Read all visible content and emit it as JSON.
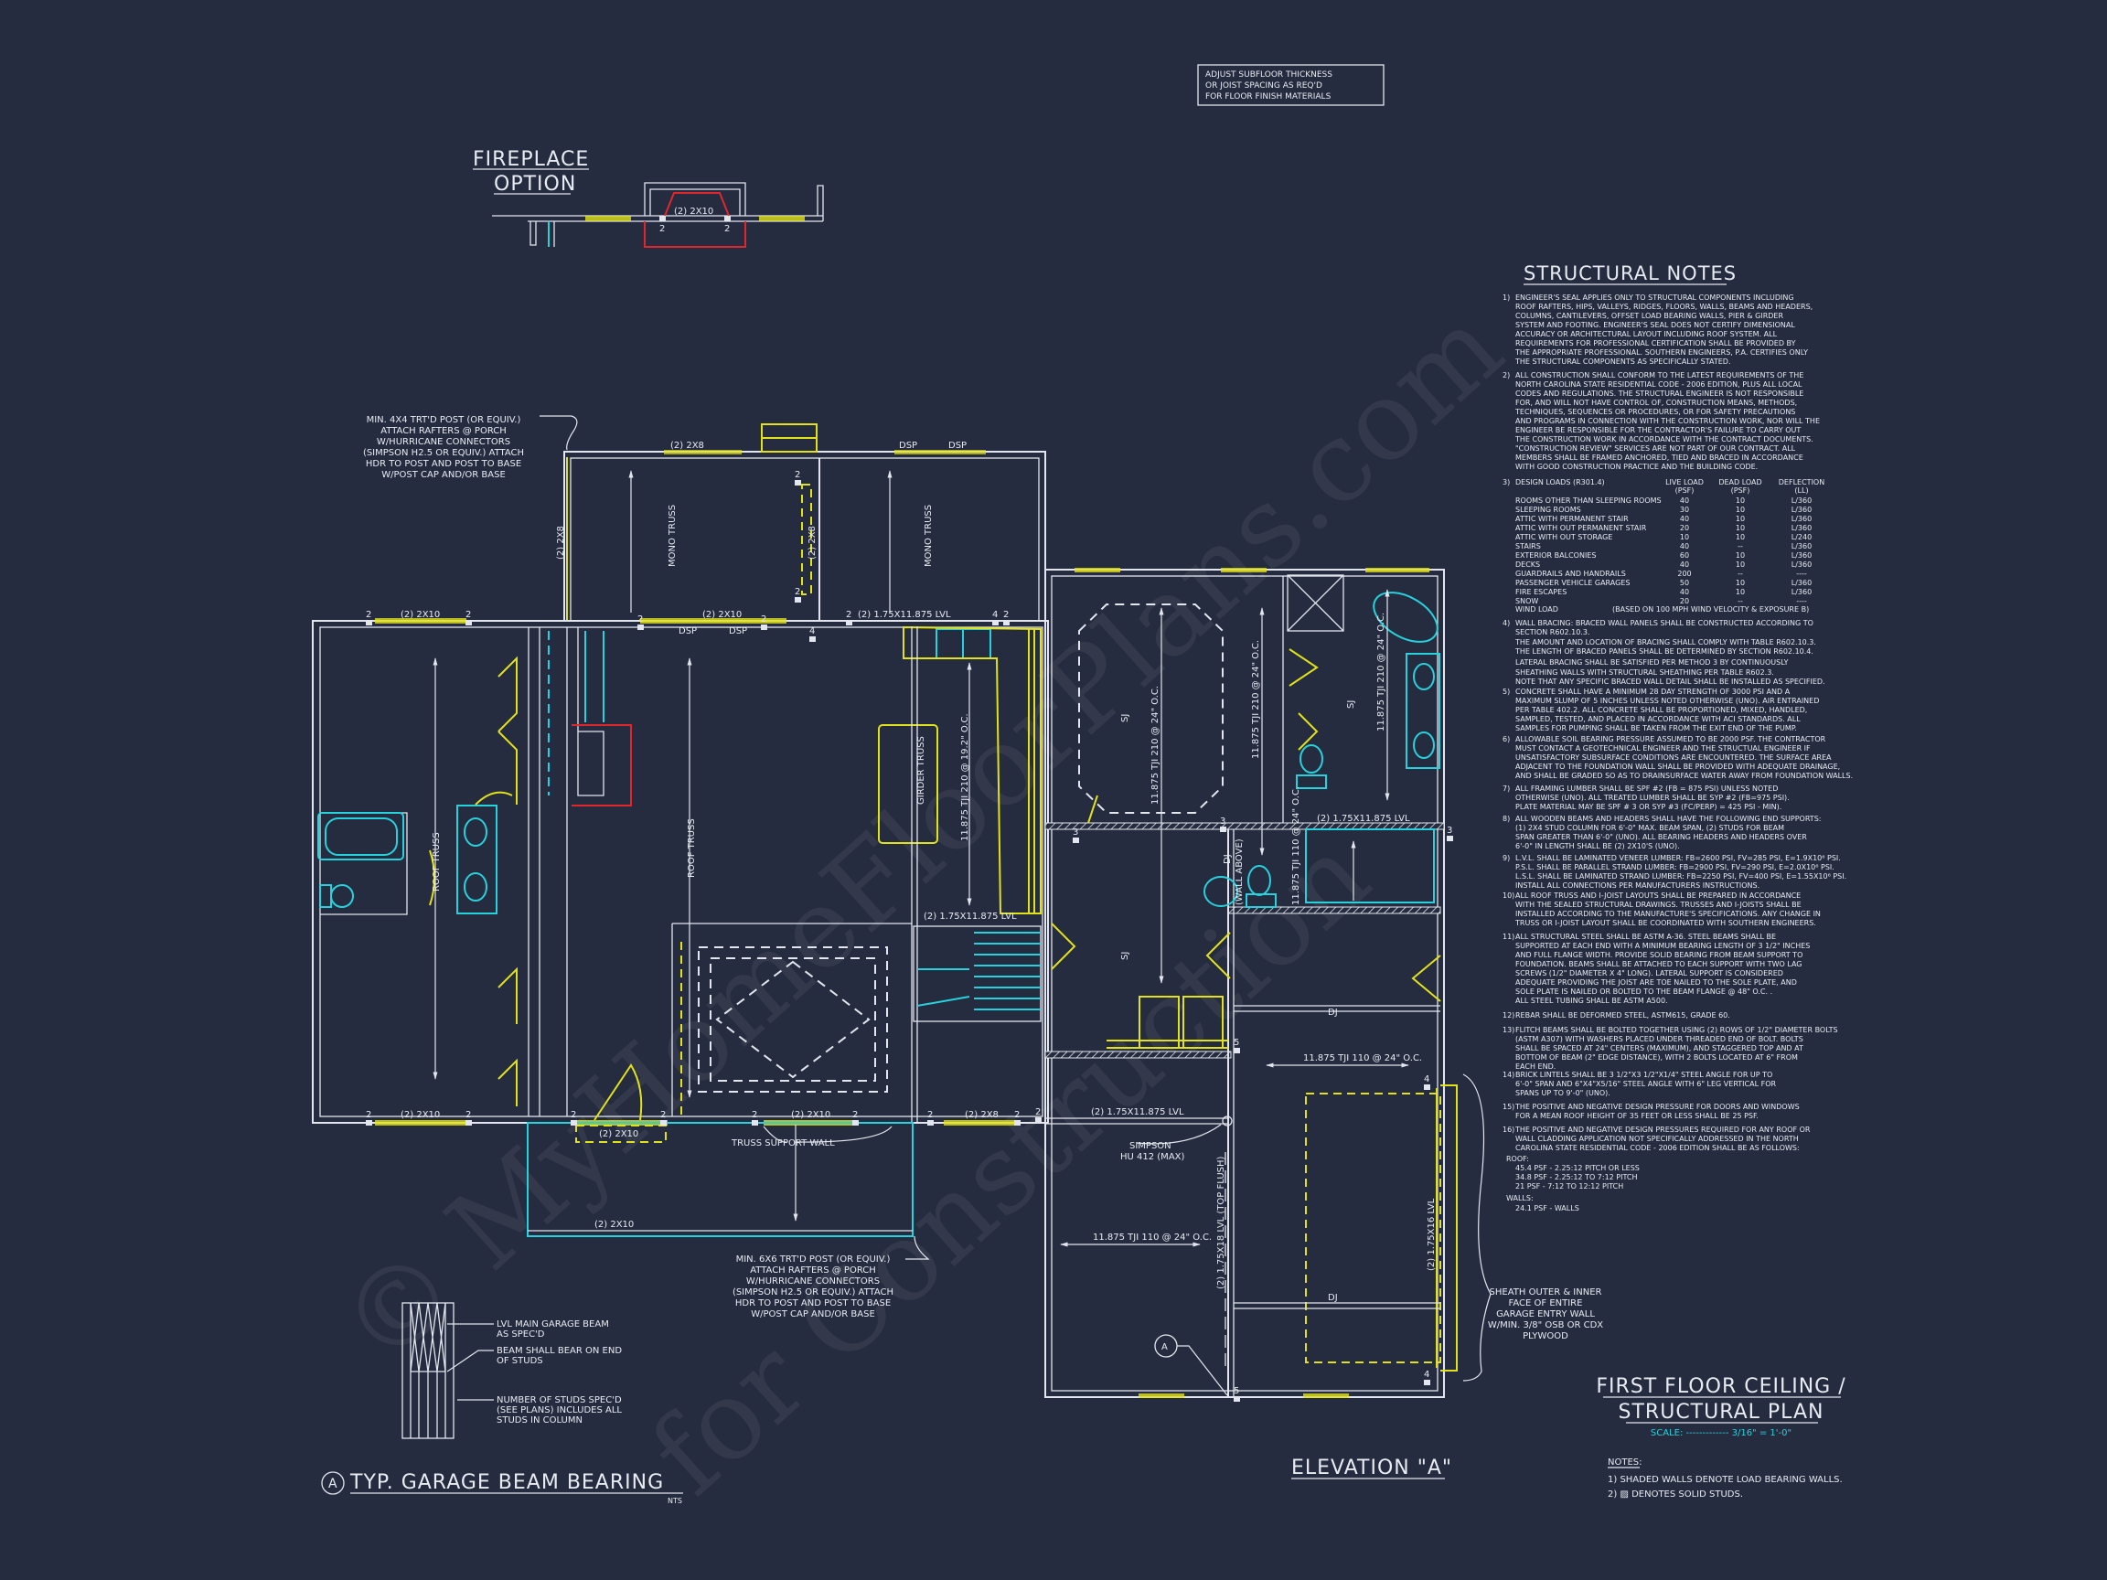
{
  "colors": {
    "background": "#262c3f",
    "walls": "#e3e6ee",
    "headers": "#e2e21a",
    "fixtures": "#28d2dd",
    "fireplace": "#e2262e"
  },
  "watermark": [
    "© MyHomeFloorPlans.com",
    "for Construction"
  ],
  "top_note": [
    "ADJUST SUBFLOOR THICKNESS",
    "OR JOIST SPACING AS REQ'D",
    "FOR FLOOR FINISH MATERIALS"
  ],
  "fireplace_option": {
    "title_line1": "FIREPLACE",
    "title_line2": "OPTION",
    "header": "(2) 2x10",
    "stud_left": "2",
    "stud_right": "2"
  },
  "porch_note_rear": [
    "MIN. 4x4 TRT'D POST (OR EQUIV.)",
    "ATTACH RAFTERS @ PORCH",
    "w/HURRICANE CONNECTORS",
    "(SIMPSON H2.5 OR EQUIV.) ATTACH",
    "HDR TO POST AND POST TO BASE",
    "w/POST CAP AND/OR BASE"
  ],
  "porch_note_front": [
    "MIN. 6x6 TRT'D POST (OR EQUIV.)",
    "ATTACH RAFTERS @ PORCH",
    "w/HURRICANE CONNECTORS",
    "(SIMPSON H2.5 OR EQUIV.) ATTACH",
    "HDR TO POST AND POST TO BASE",
    "w/POST CAP AND/OR BASE"
  ],
  "sheath_note": [
    "SHEATH OUTER & INNER",
    "FACE OF ENTIRE",
    "GARAGE ENTRY WALL",
    "w/MIN. 3/8\" OSB OR CDX",
    "PLYWOOD"
  ],
  "plan": {
    "rear_header_2x8": "(2) 2x8",
    "dsp_1": "DSP",
    "dsp_2": "DSP",
    "mono_truss_1": "MONO TRUSS",
    "mono_truss_2": "MONO TRUSS",
    "rear_left_2x8": "(2) 2x8",
    "rear_mid_2x8": "(2) 2x8",
    "hdr_2x10_a": "(2) 2x10",
    "hdr_2x10_b": "(2) 2x10",
    "dsp_3": "DSP",
    "dsp_4": "DSP",
    "lvl_top": "(2) 1.75x11.875 LVL",
    "roof_truss_1": "ROOF TRUSS",
    "roof_truss_2": "ROOF TRUSS",
    "girder_truss": "GIRDER TRUSS",
    "tji_kitchen": "11.875 TJI 210 @ 19.2\" O.C.",
    "sj_1": "SJ",
    "tji_bed_1": "11.875 TJI 210 @ 24\" O.C.",
    "tji_bed_2": "11.875 TJI 210 @ 24\" O.C.",
    "sj_2": "SJ",
    "tji_bath": "11.875 TJI 210 @ 24\" O.C.",
    "lvl_bath": "(2) 1.75x11.875 LVL",
    "tji_closet": "11.875 TJI 110 @ 24\" O.C.",
    "wall_above": "(WALL ABOVE)",
    "dj_1": "DJ",
    "sj_3": "SJ",
    "lvl_stair": "(2) 1.75x11.875 LVL",
    "dj_2": "DJ",
    "tji_garage_1": "11.875 TJI 110 @ 24\" O.C.",
    "lvl_garage": "(2) 1.75x11.875 LVL",
    "simpson": [
      "SIMPSON",
      "HU 412 (MAX)"
    ],
    "lvl_flush": "(2) 1.75x18 LVL (TOP FLUSH)",
    "tji_garage_2": "11.875 TJI 110 @ 24\" O.C.",
    "dj_3": "DJ",
    "lvl_garage_door": "(2) 1.75x16 LVL",
    "section_tag": "A",
    "hdr_front_1": "(2) 2x10",
    "hdr_front_2": "(2) 2x10",
    "hdr_front_3": "(2) 2x10",
    "hdr_front_4": "(2) 2x8",
    "truss_support_wall": "TRUSS SUPPORT WALL",
    "porch_header": "(2) 2x10",
    "stud_counts": [
      "2",
      "2",
      "2",
      "2",
      "2",
      "2",
      "4",
      "4",
      "2",
      "2",
      "3",
      "3",
      "3",
      "5",
      "5",
      "4",
      "4",
      "2",
      "2",
      "2",
      "2",
      "2",
      "2",
      "2",
      "2",
      "2"
    ]
  },
  "beam_detail": {
    "label_1": [
      "LVL MAIN GARAGE BEAM",
      "AS SPEC'D"
    ],
    "label_2": [
      "BEAM SHALL BEAR ON END",
      "OF STUDS"
    ],
    "label_3": [
      "NUMBER OF STUDS SPEC'D",
      "(SEE PLANS) INCLUDES ALL",
      "STUDS IN COLUMN"
    ],
    "tag": "A",
    "title": "TYP. GARAGE BEAM BEARING",
    "nts": "NTS"
  },
  "elevation_label": "ELEVATION \"A\"",
  "title_block": {
    "line1": "FIRST FLOOR CEILING /",
    "line2": "STRUCTURAL PLAN",
    "scale": "SCALE: ------------- 3/16\" = 1'-0\"",
    "notes_heading": "NOTES:",
    "notes": [
      "1) SHADED WALLS DENOTE LOAD BEARING WALLS.",
      "2) ▨ DENOTES SOLID STUDS."
    ]
  },
  "structural_notes": {
    "title": "STRUCTURAL NOTES",
    "blocks": [
      {
        "num": "1)",
        "lines": [
          "ENGINEER'S SEAL APPLIES ONLY TO STRUCTURAL COMPONENTS INCLUDING",
          "ROOF RAFTERS, HIPS, VALLEYS, RIDGES, FLOORS, WALLS, BEAMS AND HEADERS,",
          "COLUMNS, CANTILEVERS, OFFSET LOAD BEARING WALLS, PIER & GIRDER",
          "SYSTEM AND FOOTING.  ENGINEER'S SEAL DOES NOT CERTIFY DIMENSIONAL",
          "ACCURACY OR ARCHITECTURAL LAYOUT INCLUDING ROOF SYSTEM. ALL",
          "REQUIREMENTS FOR PROFESSIONAL CERTIFICATION SHALL BE PROVIDED BY",
          "THE APPROPRIATE PROFESSIONAL. SOUTHERN ENGINEERS, P.A. CERTIFIES ONLY",
          "THE STRUCTURAL COMPONENTS AS SPECIFICALLY STATED."
        ]
      },
      {
        "num": "2)",
        "lines": [
          "ALL CONSTRUCTION SHALL CONFORM TO THE LATEST REQUIREMENTS OF THE",
          "NORTH CAROLINA STATE RESIDENTIAL CODE - 2006 EDITION, PLUS ALL LOCAL",
          "CODES AND REGULATIONS. THE STRUCTURAL ENGINEER IS NOT RESPONSIBLE",
          "FOR, AND WILL NOT HAVE CONTROL OF, CONSTRUCTION MEANS, METHODS,",
          "TECHNIQUES, SEQUENCES OR PROCEDURES, OR FOR SAFETY PRECAUTIONS",
          "AND PROGRAMS IN CONNECTION WITH THE CONSTRUCTION WORK, NOR WILL THE",
          "ENGINEER BE RESPONSIBLE FOR THE CONTRACTOR'S FAILURE TO CARRY OUT",
          "THE CONSTRUCTION WORK IN ACCORDANCE WITH THE CONTRACT DOCUMENTS.",
          "\"CONSTRUCTION REVIEW\" SERVICES ARE NOT PART OF OUR CONTRACT. ALL",
          "MEMBERS SHALL BE FRAMED ANCHORED, TIED AND BRACED IN ACCORDANCE",
          "WITH GOOD CONSTRUCTION PRACTICE AND THE BUILDING CODE."
        ]
      },
      {
        "num": "4)",
        "lines": [
          "WALL BRACING:  BRACED WALL PANELS SHALL BE CONSTRUCTED ACCORDING TO",
          "SECTION R602.10.3.",
          "THE AMOUNT AND LOCATION OF BRACING SHALL COMPLY WITH TABLE R602.10.3.",
          "THE LENGTH OF BRACED PANELS SHALL BE DETERMINED BY SECTION R602.10.4.",
          "LATERAL BRACING SHALL BE SATISFIED PER METHOD 3 BY CONTINUOUSLY",
          "SHEATHING WALLS WITH STRUCTURAL SHEATHING PER TABLE R602.3.",
          "NOTE THAT ANY SPECIFIC BRACED WALL DETAIL SHALL BE INSTALLED AS SPECIFIED."
        ]
      },
      {
        "num": "5)",
        "lines": [
          "CONCRETE SHALL HAVE A MINIMUM 28 DAY STRENGTH OF 3000 PSI AND A",
          "MAXIMUM SLUMP OF 5 INCHES UNLESS NOTED OTHERWISE (UNO). AIR ENTRAINED",
          "PER TABLE 402.2. ALL CONCRETE SHALL BE PROPORTIONED, MIXED, HANDLED,",
          "SAMPLED, TESTED, AND PLACED IN ACCORDANCE WITH ACI STANDARDS. ALL",
          "SAMPLES FOR PUMPING SHALL BE TAKEN FROM THE EXIT END OF THE PUMP."
        ]
      },
      {
        "num": "6)",
        "lines": [
          "ALLOWABLE SOIL BEARING PRESSURE ASSUMED TO BE 2000 PSF. THE CONTRACTOR",
          "MUST CONTACT A GEOTECHNICAL ENGINEER AND THE STRUCTUAL ENGINEER IF",
          "UNSATISFACTORY SUBSURFACE CONDITIONS ARE ENCOUNTERED. THE SURFACE AREA",
          "ADJACENT TO THE FOUNDATION WALL SHALL BE PROVIDED WITH ADEQUATE DRAINAGE,",
          "AND SHALL BE GRADED SO AS TO DRAINSURFACE WATER AWAY FROM FOUNDATION WALLS."
        ]
      },
      {
        "num": "7)",
        "lines": [
          "ALL FRAMING LUMBER SHALL BE SPF #2 (Fb = 875 PSI) UNLESS NOTED",
          "OTHERWISE (UNO). ALL TREATED LUMBER SHALL BE SYP #2 (Fb=975 PSI).",
          "PLATE MATERIAL MAY BE SPF # 3 OR SYP #3 (Fc/perp) = 425 PSI - MIN)."
        ]
      },
      {
        "num": "8)",
        "lines": [
          "ALL WOODEN BEAMS AND HEADERS SHALL HAVE THE FOLLOWING END SUPPORTS:",
          "(1) 2x4 STUD COLUMN FOR 6'-0\" MAX. BEAM SPAN, (2) STUDS FOR BEAM",
          "SPAN GREATER THAN 6'-0\" (UNO).  ALL BEARING HEADERS AND HEADERS OVER",
          "6'-0\" IN LENGTH SHALL BE (2) 2x10's (UNO)."
        ]
      },
      {
        "num": "9)",
        "lines": [
          "L.V.L.  SHALL BE LAMINATED VENEER LUMBER: Fb=2600 PSI, Fv=285 PSI, E=1.9x10⁶ PSI.",
          "P.S.L.  SHALL BE PARALLEL STRAND LUMBER: Fb=2900 PSI, Fv=290 PSI, E=2.0x10⁶ PSI.",
          "L.S.L.  SHALL BE LAMINATED STRAND LUMBER: Fb=2250 PSI, Fv=400 PSI, E=1.55x10⁶ PSI.",
          "INSTALL ALL CONNECTIONS PER MANUFACTURERS INSTRUCTIONS."
        ]
      },
      {
        "num": "10)",
        "lines": [
          "ALL ROOF TRUSS AND I-JOIST LAYOUTS SHALL BE PREPARED IN ACCORDANCE",
          "WITH THE SEALED STRUCTURAL DRAWINGS. TRUSSES AND I-JOISTS SHALL BE",
          "INSTALLED ACCORDING TO THE MANUFACTURE'S SPECIFICATIONS. ANY CHANGE IN",
          "TRUSS OR I-JOIST LAYOUT SHALL BE COORDINATED WITH SOUTHERN ENGINEERS."
        ]
      },
      {
        "num": "11)",
        "lines": [
          "ALL STRUCTURAL STEEL SHALL BE ASTM A-36. STEEL BEAMS SHALL BE",
          "SUPPORTED AT EACH END WITH A MINIMUM BEARING LENGTH OF 3 1/2\" INCHES",
          "AND FULL FLANGE WIDTH. PROVIDE SOLID BEARING FROM BEAM SUPPORT TO",
          "FOUNDATION.  BEAMS SHALL BE ATTACHED TO EACH SUPPORT WITH TWO LAG",
          "SCREWS (1/2\" DIAMETER x 4\" LONG). LATERAL SUPPORT IS CONSIDERED",
          "ADEQUATE PROVIDING THE JOIST ARE TOE NAILED TO THE SOLE PLATE, AND",
          "SOLE PLATE IS NAILED OR BOLTED TO THE BEAM FLANGE @ 48\" O.C. .",
          "ALL STEEL TUBING SHALL BE ASTM A500."
        ]
      },
      {
        "num": "12)",
        "lines": [
          "REBAR SHALL BE DEFORMED STEEL, ASTM615, GRADE 60."
        ]
      },
      {
        "num": "13)",
        "lines": [
          "FLITCH BEAMS SHALL BE BOLTED TOGETHER USING (2) ROWS OF 1/2\" DIAMETER BOLTS",
          "(ASTM A307) WITH WASHERS PLACED UNDER THREADED END OF BOLT.  BOLTS",
          "SHALL BE SPACED AT 24\" CENTERS (MAXIMUM), AND STAGGERED TOP AND AT",
          "BOTTOM OF BEAM (2\" EDGE DISTANCE), WITH 2 BOLTS LOCATED AT 6\" FROM",
          "EACH END."
        ]
      },
      {
        "num": "14)",
        "lines": [
          "BRICK LINTELS SHALL BE 3 1/2\"x3 1/2\"x1/4\" STEEL ANGLE FOR UP TO",
          "6'-0\" SPAN AND 6\"x4\"x5/16\" STEEL ANGLE WITH 6\" LEG VERTICAL FOR",
          "SPANS UP TO 9'-0\" (UNO)."
        ]
      },
      {
        "num": "15)",
        "lines": [
          "THE POSITIVE AND NEGATIVE DESIGN PRESSURE FOR DOORS AND WINDOWS",
          "FOR A MEAN ROOF HEIGHT OF 35 FEET OR LESS SHALL BE 25 PSF."
        ]
      },
      {
        "num": "16)",
        "lines": [
          "THE POSITIVE AND NEGATIVE DESIGN PRESSURES REQUIRED FOR ANY ROOF OR",
          "WALL CLADDING APPLICATION NOT SPECIFICALLY ADDRESSED IN THE NORTH",
          "CAROLINA STATE RESIDENTIAL CODE - 2006 EDITION SHALL BE AS FOLLOWS:"
        ]
      }
    ],
    "pressures": {
      "roof_heading": "ROOF:",
      "roof": [
        "45.4 PSF - 2.25:12 PITCH OR LESS",
        "34.8 PSF - 2.25:12 TO 7:12 PITCH",
        "21 PSF - 7:12 TO 12:12 PITCH"
      ],
      "walls_heading": "WALLS:",
      "walls": [
        "24.1 PSF - WALLS"
      ]
    },
    "design_loads": {
      "num": "3)",
      "title": "DESIGN LOADS (R301.4)",
      "headers": [
        [
          "LIVE LOAD",
          "(PSF)"
        ],
        [
          "DEAD LOAD",
          "(PSF)"
        ],
        [
          "DEFLECTION",
          "(LL)"
        ]
      ],
      "rows": [
        [
          "ROOMS OTHER THAN SLEEPING ROOMS",
          "40",
          "10",
          "L/360"
        ],
        [
          "SLEEPING ROOMS",
          "30",
          "10",
          "L/360"
        ],
        [
          "ATTIC WITH PERMANENT STAIR",
          "40",
          "10",
          "L/360"
        ],
        [
          "ATTIC WITH OUT PERMANENT STAIR",
          "20",
          "10",
          "L/360"
        ],
        [
          "ATTIC WITH OUT STORAGE",
          "10",
          "10",
          "L/240"
        ],
        [
          "STAIRS",
          "40",
          "--",
          "L/360"
        ],
        [
          "EXTERIOR BALCONIES",
          "60",
          "10",
          "L/360"
        ],
        [
          "DECKS",
          "40",
          "10",
          "L/360"
        ],
        [
          "GUARDRAILS AND HANDRAILS",
          "200",
          "--",
          "----"
        ],
        [
          "PASSENGER VEHICLE GARAGES",
          "50",
          "10",
          "L/360"
        ],
        [
          "FIRE ESCAPES",
          "40",
          "10",
          "L/360"
        ],
        [
          "SNOW",
          "20",
          "--",
          "----"
        ]
      ],
      "wind_label": "WIND LOAD",
      "wind_value": "(BASED ON 100 MPH WIND VELOCITY & EXPOSURE B)"
    }
  }
}
